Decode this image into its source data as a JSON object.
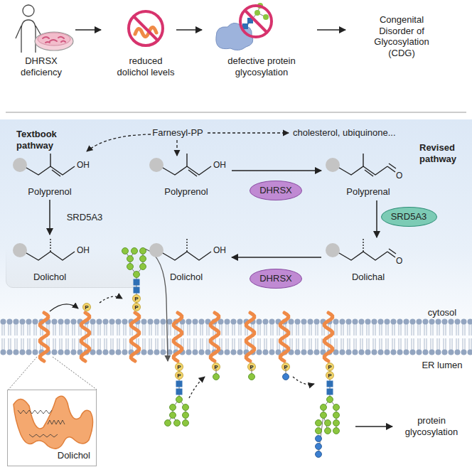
{
  "diagram": {
    "nodes": [
      {
        "text": [
          "Textbook pathway"
        ]
      },
      {
        "text": [
          "SRD5A3"
        ],
        "in": 0
      },
      {
        "text": [
          "Revised pathway"
        ]
      },
      {
        "text": [
          "DHRSX"
        ],
        "in": 2
      },
      {
        "text": [
          "SRD5A3"
        ],
        "in": 2
      },
      {
        "text": [
          "DHRSX"
        ],
        "in": 2
      },
      {
        "text": [
          "Dolichol"
        ]
      }
    ],
    "labels": [
      "DHRSX deficiency",
      "reduced dolichol levels",
      "defective protein glycosylation",
      "Congenital Disorder of Glycosylation (CDG)",
      "Farnesyl-PP",
      "cholesterol, ubiquinone...",
      "Polyprenol",
      "OH",
      "Dolichol",
      "OH",
      "Polyprenol",
      "OH",
      "Polyprenal",
      "O",
      "Dolichal",
      "O",
      "Dolichol",
      "OH",
      "cytosol",
      "ER lumen",
      "protein glycosylation",
      "P",
      "P",
      "P",
      "P",
      "P",
      "P",
      "P",
      "P",
      "P",
      "P"
    ]
  }
}
